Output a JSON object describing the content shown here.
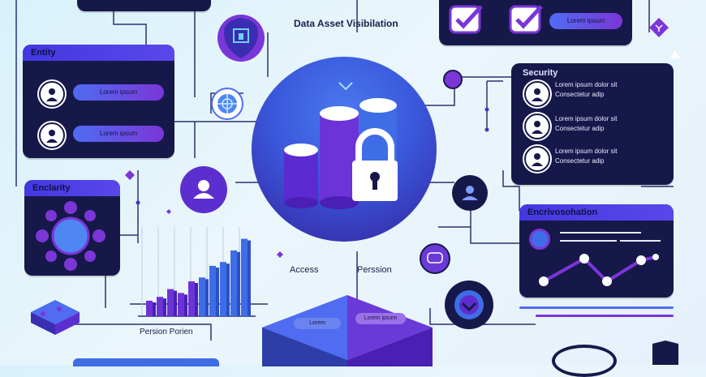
{
  "title": "Data Asset Visibilation",
  "left_top_panel": {
    "title": "Entity",
    "rows": [
      {
        "pill": "Lorem ipsum"
      },
      {
        "pill": "Lorem ipsum"
      }
    ]
  },
  "left_mid_panel": {
    "title": "Enclarity"
  },
  "security_panel": {
    "title": "Security",
    "rows": [
      {
        "line1": "Lorem ipsum dolor sit",
        "line2": "Consectetur adip"
      },
      {
        "line1": "Lorem ipsum dolor sit",
        "line2": "Consectetur adip"
      },
      {
        "line1": "Lorem ipsum dolor sit",
        "line2": "Consectetur adip"
      }
    ]
  },
  "right_mid_panel": {
    "title": "Encrivosohation"
  },
  "top_right_panel": {
    "pill": "Lorem ipsum"
  },
  "labels": {
    "access": "Access",
    "permission": "Perssion",
    "chart_caption": "Persion Porien",
    "box_left": "Lorem",
    "box_right": "Lorem ipsum"
  },
  "colors": {
    "accent_blue": "#4f6cf2",
    "accent_purple": "#7b36d8",
    "navy": "#17184a"
  },
  "chart_data": {
    "type": "bar",
    "values": [
      4,
      5,
      7,
      6,
      9,
      10,
      13,
      14,
      17,
      20
    ],
    "ylim": [
      0,
      22
    ]
  }
}
